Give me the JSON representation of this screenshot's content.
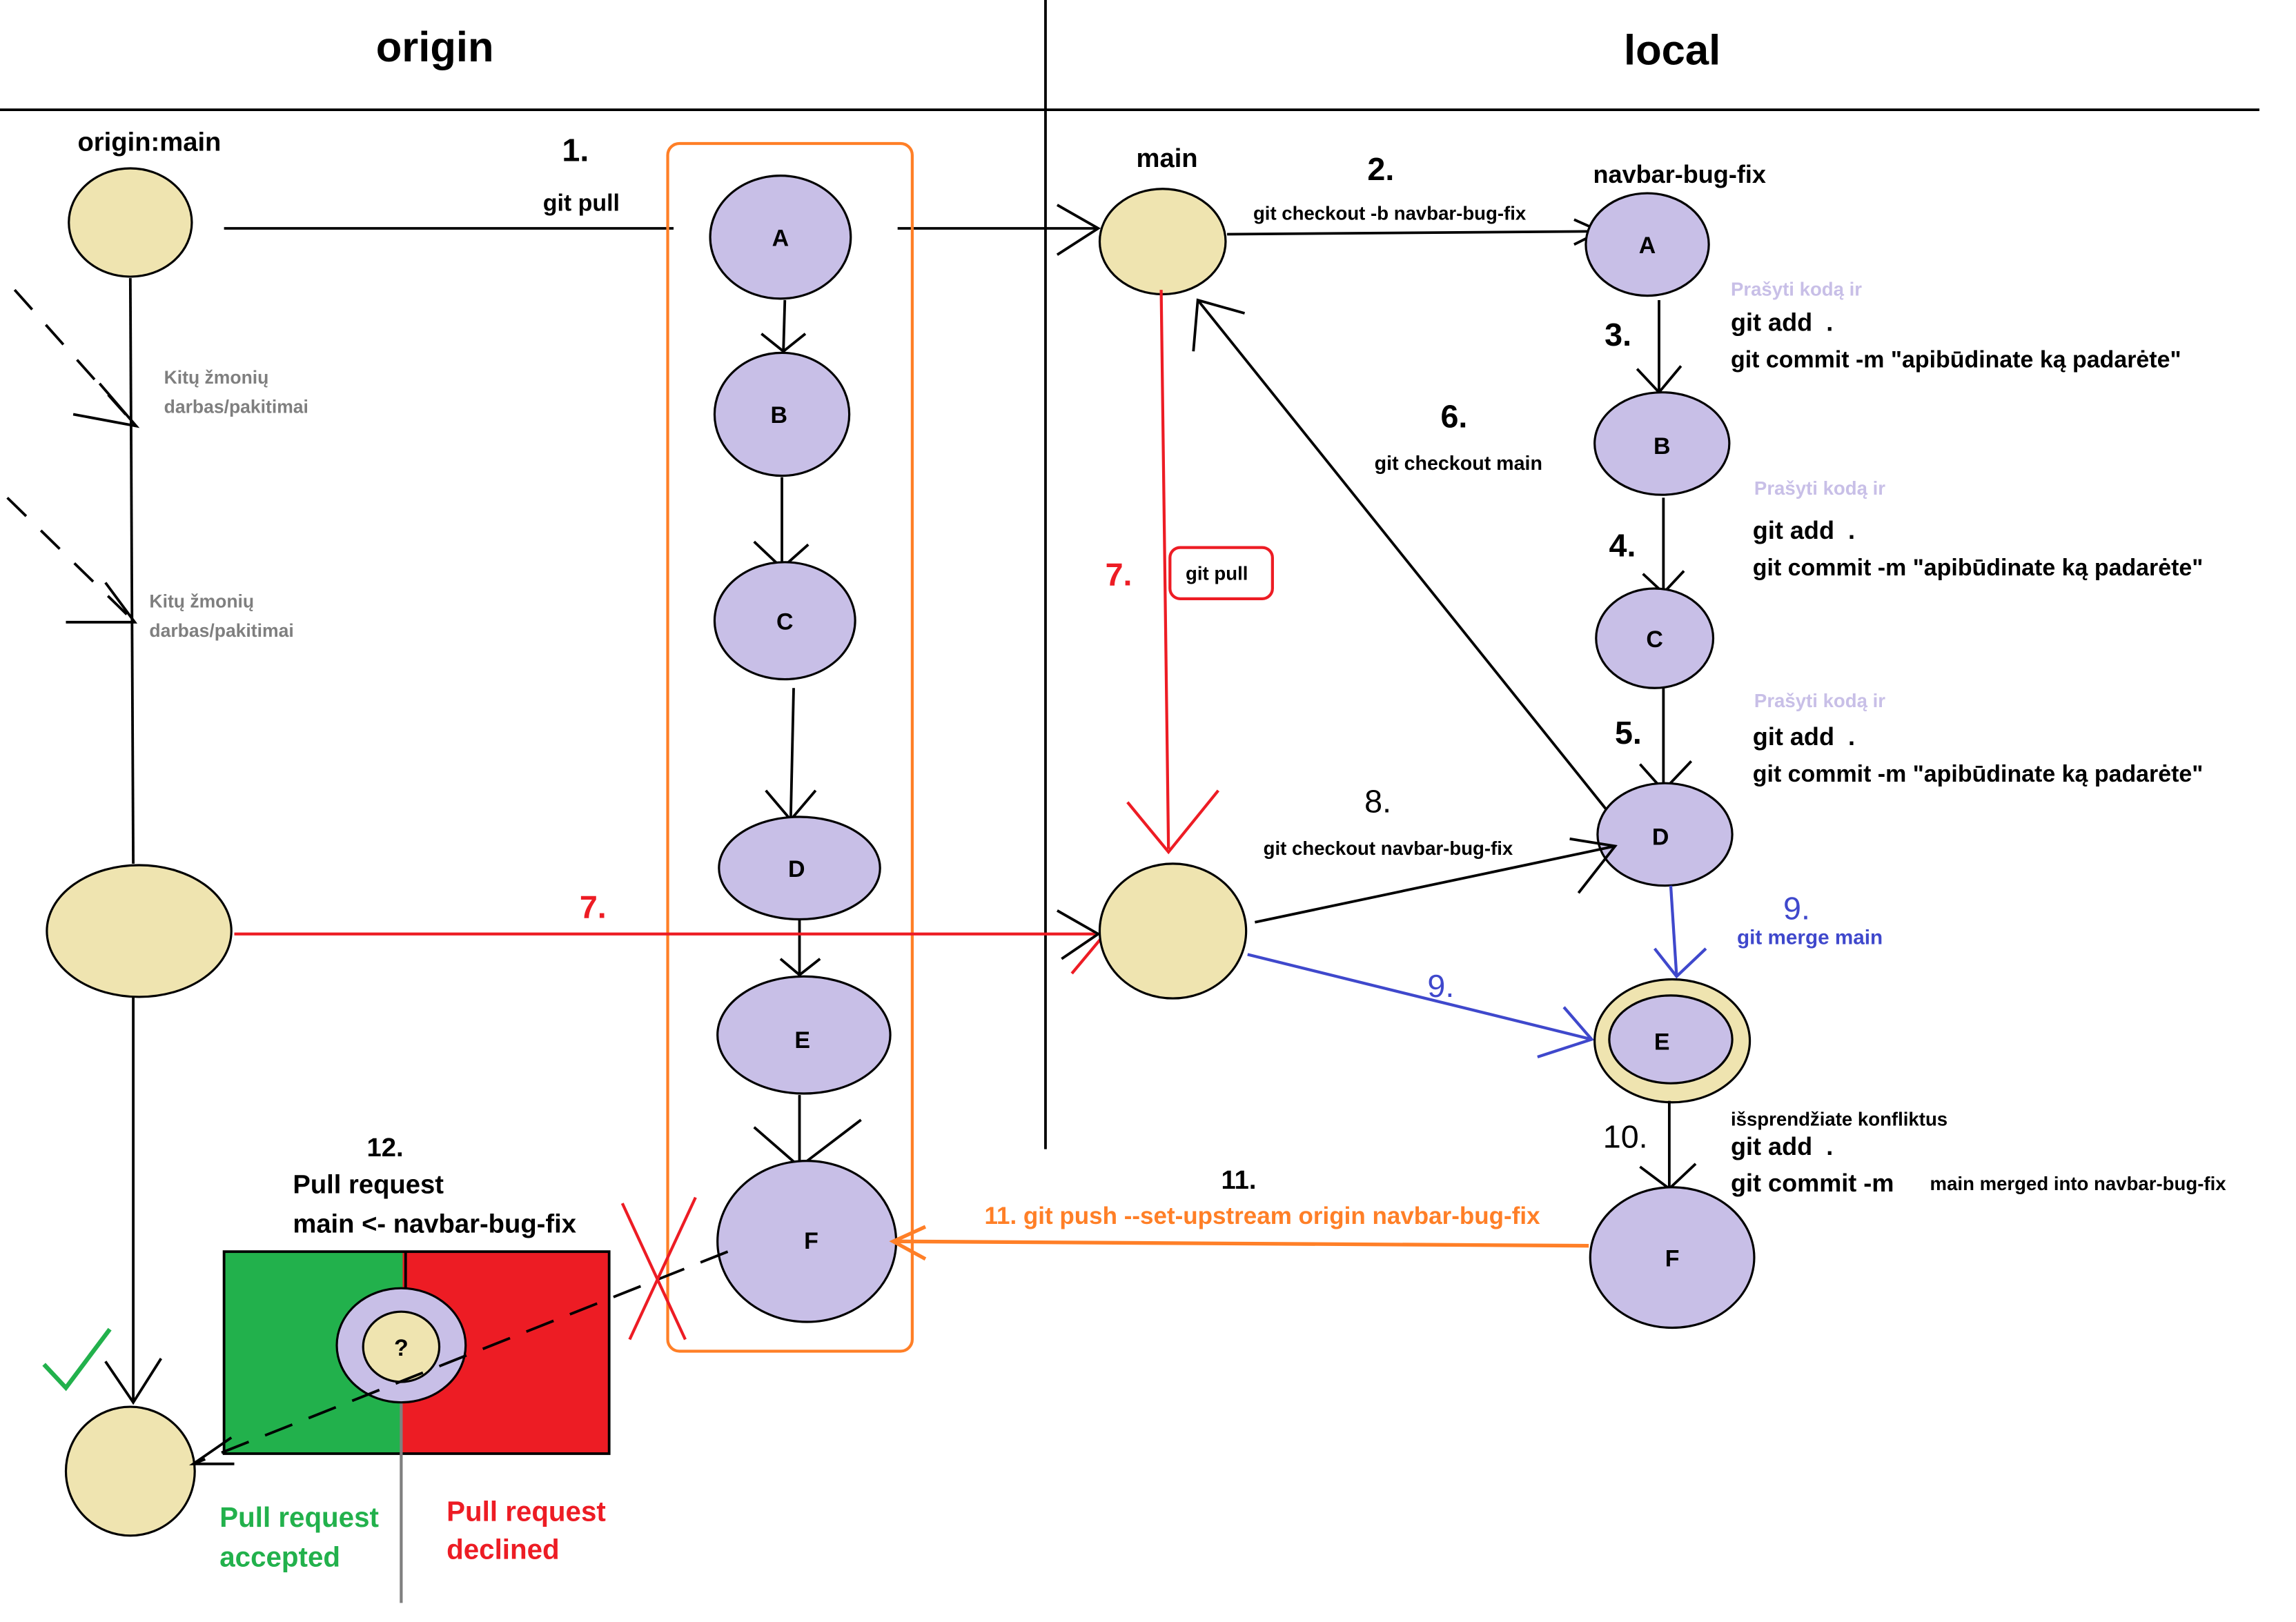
{
  "colors": {
    "commit_main": "#efe4b0",
    "commit_branch": "#c8bfe7",
    "pulled_box": "#ff7f27",
    "pull_step": "#ed1c24",
    "merge_step": "#3f48cc",
    "accepted": "#22b14c",
    "declined": "#ed1c24",
    "others_text": "#7f7f7f",
    "hint_text": "#c8bfe7"
  },
  "columns": {
    "origin": "origin",
    "local": "local"
  },
  "origin_main": {
    "label": "origin:main",
    "others_work_1": [
      "Kitų žmonių",
      "darbas/pakitimai"
    ],
    "others_work_2": [
      "Kitų žmonių",
      "darbas/pakitimai"
    ]
  },
  "origin_branch_commits": [
    "A",
    "B",
    "C",
    "D",
    "E",
    "F"
  ],
  "local_main": {
    "label": "main"
  },
  "local_branch": {
    "label": "navbar-bug-fix",
    "commits": [
      "A",
      "B",
      "C",
      "D",
      "E",
      "F"
    ]
  },
  "steps": {
    "s1": {
      "number": "1.",
      "command": "git pull"
    },
    "s2": {
      "number": "2.",
      "command": "git checkout -b navbar-bug-fix"
    },
    "s3": {
      "number": "3.",
      "hint": "Prašyti kodą ir",
      "add": "git add  .",
      "commit": "git commit -m \"apibūdinate ką padarėte\""
    },
    "s4": {
      "number": "4.",
      "hint": "Prašyti kodą ir",
      "add": "git add  .",
      "commit": "git commit -m \"apibūdinate ką padarėte\""
    },
    "s5": {
      "number": "5.",
      "hint": "Prašyti kodą ir",
      "add": "git add  .",
      "commit": "git commit -m \"apibūdinate ką padarėte\""
    },
    "s6": {
      "number": "6.",
      "command": "git checkout main"
    },
    "s7": {
      "number": "7.",
      "command": "git pull"
    },
    "s8": {
      "number": "8.",
      "command": "git checkout navbar-bug-fix"
    },
    "s9": {
      "number": "9.",
      "command": "git merge main"
    },
    "s10": {
      "number": "10.",
      "note": "išsprendžiate konfliktus",
      "add": "git add  .",
      "commit": "git commit -m",
      "message": "main merged into navbar-bug-fix"
    },
    "s11": {
      "number": "11.",
      "command": "11. git push --set-upstream origin navbar-bug-fix"
    },
    "s12": {
      "number": "12.",
      "title": "Pull request",
      "detail": "main <- navbar-bug-fix",
      "status": "?",
      "accepted": [
        "Pull request",
        "accepted"
      ],
      "declined": [
        "Pull request",
        "declined"
      ]
    }
  }
}
